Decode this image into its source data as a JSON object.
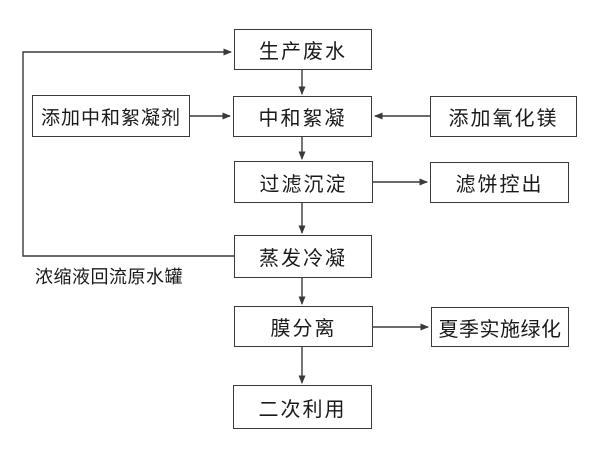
{
  "diagram": {
    "type": "flowchart",
    "nodes": {
      "production_wastewater": "生产废水",
      "neutralization_flocculation": "中和絮凝",
      "filtration_sedimentation": "过滤沉淀",
      "evaporation_condensation": "蒸发冷凝",
      "membrane_separation": "膜分离",
      "secondary_use": "二次利用",
      "add_neutralizing_flocculant": "添加中和絮凝剂",
      "add_magnesium_oxide": "添加氧化镁",
      "filter_cake_discharge": "滤饼控出",
      "summer_greening": "夏季实施绿化"
    },
    "annotation": "浓缩液回流原水罐",
    "edges": [
      {
        "from": "生产废水",
        "to": "中和絮凝"
      },
      {
        "from": "添加中和絮凝剂",
        "to": "中和絮凝"
      },
      {
        "from": "添加氧化镁",
        "to": "中和絮凝"
      },
      {
        "from": "中和絮凝",
        "to": "过滤沉淀"
      },
      {
        "from": "过滤沉淀",
        "to": "滤饼控出"
      },
      {
        "from": "过滤沉淀",
        "to": "蒸发冷凝"
      },
      {
        "from": "蒸发冷凝",
        "to": "膜分离"
      },
      {
        "from": "蒸发冷凝",
        "to": "生产废水",
        "label": "浓缩液回流原水罐"
      },
      {
        "from": "膜分离",
        "to": "夏季实施绿化"
      },
      {
        "from": "膜分离",
        "to": "二次利用"
      }
    ],
    "colors": {
      "line": "#3a3a3a",
      "text": "#1a1a1a",
      "background": "#ffffff"
    }
  }
}
